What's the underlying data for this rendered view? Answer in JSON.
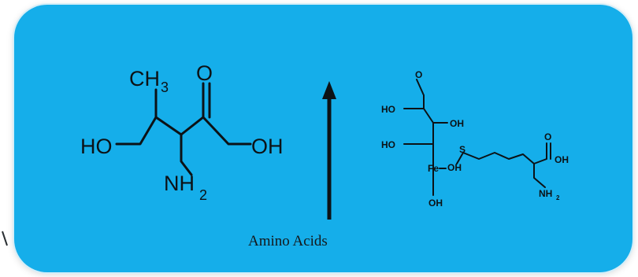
{
  "caption": "Amino Acids",
  "left_molecule": {
    "atoms": {
      "methyl": "CH",
      "methyl_sub": "3",
      "carbonyl_o": "O",
      "hydroxyl_left": "HO",
      "hydroxyl_right": "OH",
      "amine": "NH",
      "amine_sub": "2"
    }
  },
  "right_molecule": {
    "atoms": {
      "top_o": "O",
      "ho_1": "HO",
      "oh_1": "OH",
      "ho_2": "HO",
      "sulfur": "S",
      "center": "Fe",
      "oh_2": "OH",
      "carbonyl_o": "O",
      "acid_oh": "OH",
      "amine": "NH",
      "amine_sub": "2",
      "bottom_oh": "OH"
    }
  },
  "colors": {
    "panel_background": "#15aeea",
    "ink": "#0c1216"
  }
}
